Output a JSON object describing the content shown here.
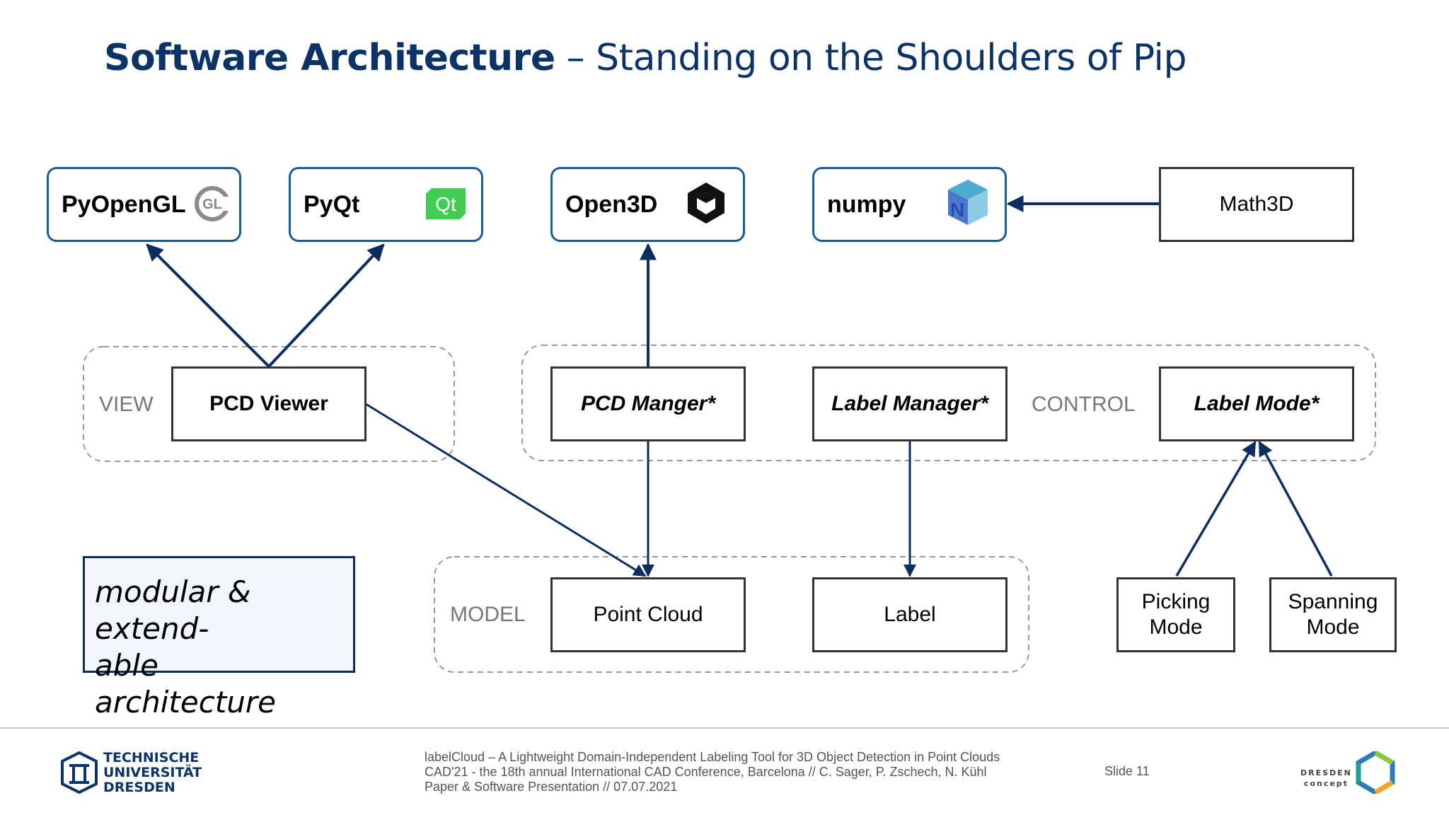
{
  "slide": {
    "title_bold": "Software Architecture",
    "title_rest": " – Standing on the Shoulders of Pip"
  },
  "libraries": {
    "pyopengl": "PyOpenGL",
    "pyqt": "PyQt",
    "open3d": "Open3D",
    "numpy": "numpy",
    "math3d": "Math3D",
    "icons": {
      "pyopengl": "gl-logo-icon",
      "pyqt": "qt-logo-icon",
      "open3d": "open3d-logo-icon",
      "numpy": "numpy-logo-icon"
    },
    "icon_texts": {
      "gl": "GL",
      "qt": "Qt",
      "numpy": "N"
    }
  },
  "groups": {
    "view": {
      "label": "VIEW",
      "items": {
        "pcd_viewer": "PCD Viewer"
      }
    },
    "control": {
      "label": "CONTROL",
      "items": {
        "pcd_manager": "PCD Manger*",
        "label_manager": "Label Manager*",
        "label_mode": "Label Mode*"
      }
    },
    "model": {
      "label": "MODEL",
      "items": {
        "point_cloud": "Point Cloud",
        "label": "Label"
      }
    }
  },
  "modes": {
    "picking": [
      "Picking",
      "Mode"
    ],
    "spanning": [
      "Spanning",
      "Mode"
    ]
  },
  "callout": [
    "modular & extend-",
    "able architecture"
  ],
  "footer": {
    "lines": [
      "labelCloud – A Lightweight Domain-Independent Labeling Tool for 3D Object Detection in Point Clouds",
      "CAD'21 - the 18th annual International CAD Conference, Barcelona // C. Sager, P. Zschech, N. Kühl",
      "Paper & Software Presentation // 07.07.2021"
    ],
    "slide_number": "Slide 11",
    "tud_logo": [
      "TECHNISCHE",
      "UNIVERSITÄT",
      "DRESDEN"
    ],
    "dd_logo": [
      "DRESDEN",
      "concept"
    ]
  },
  "colors": {
    "title": "#0b3366",
    "library_border": "#1a5c9a",
    "arrow": "#0b2e5e",
    "callout_bg": "#f2f6fc",
    "qt_green": "#41cd52"
  }
}
